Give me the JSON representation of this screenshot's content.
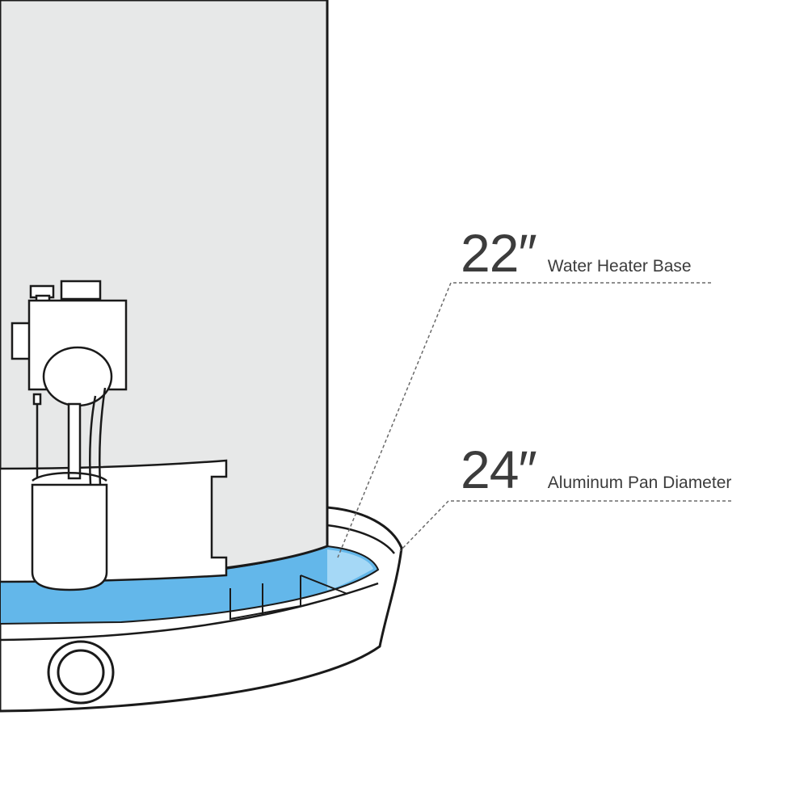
{
  "callouts": {
    "base": {
      "value": "22″",
      "label": "Water Heater Base"
    },
    "pan": {
      "value": "24″",
      "label": "Aluminum Pan Diameter"
    }
  },
  "colors": {
    "outline": "#1a1a1a",
    "tank_fill": "#e7e8e8",
    "water_fill": "#63b7ea",
    "water_light": "#a5d8f6",
    "text": "#3c3c3c",
    "leader_line": "#6a6a6a"
  }
}
